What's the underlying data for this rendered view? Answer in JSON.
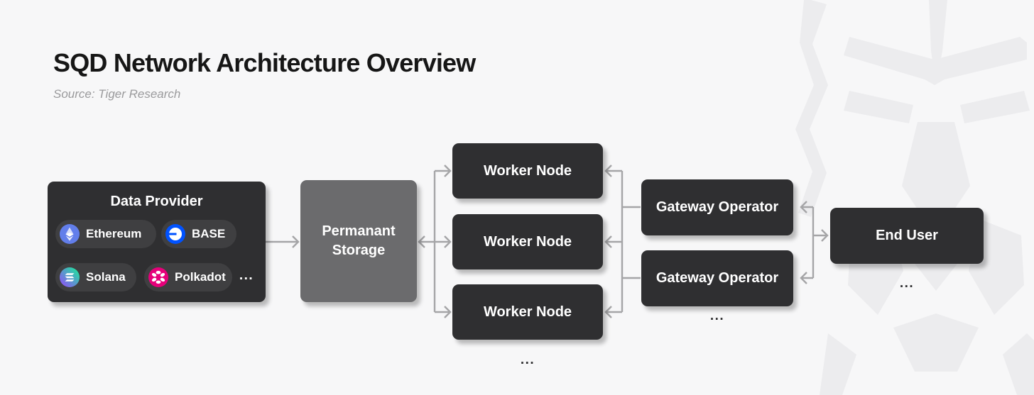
{
  "header": {
    "title": "SQD Network Architecture Overview",
    "source": "Source: Tiger Research"
  },
  "colors": {
    "background": "#f7f7f8",
    "node_dark": "#2f2f31",
    "storage_gray": "#6b6b6d",
    "chip_background": "#3f3f41",
    "connector_gray": "#a5a5a7",
    "watermark_gray": "#ececee",
    "ethereum_blue": "#627eea",
    "base_blue": "#0052ff",
    "solana_purple": "#9945ff",
    "solana_green": "#14f195",
    "polkadot_pink": "#e6007a"
  },
  "diagram": {
    "data_provider": {
      "title": "Data Provider",
      "chips": [
        {
          "label": "Ethereum"
        },
        {
          "label": "BASE"
        },
        {
          "label": "Solana"
        },
        {
          "label": "Polkadot"
        }
      ],
      "ellipsis": "..."
    },
    "storage": {
      "label": "Permanant Storage"
    },
    "worker_nodes": {
      "items": [
        {
          "label": "Worker Node"
        },
        {
          "label": "Worker Node"
        },
        {
          "label": "Worker Node"
        }
      ],
      "ellipsis": "..."
    },
    "gateway_operators": {
      "items": [
        {
          "label": "Gateway Operator"
        },
        {
          "label": "Gateway Operator"
        }
      ],
      "ellipsis": "..."
    },
    "end_user": {
      "label": "End User",
      "ellipsis": "..."
    }
  }
}
